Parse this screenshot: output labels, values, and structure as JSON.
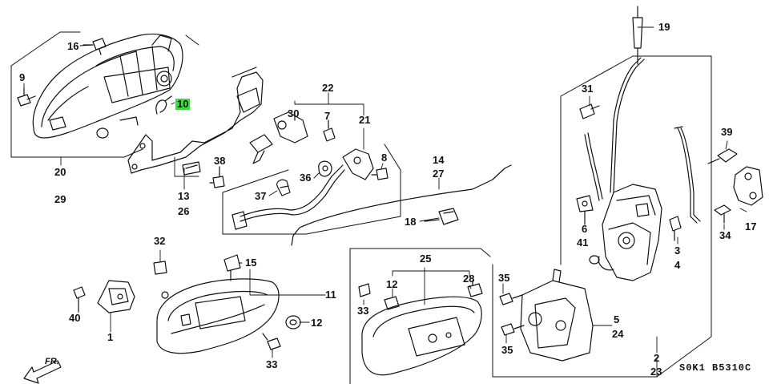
{
  "parts": {
    "p1": "1",
    "p2": "2",
    "p3": "3",
    "p4": "4",
    "p5": "5",
    "p6": "6",
    "p7": "7",
    "p8": "8",
    "p9": "9",
    "p10": "10",
    "p11": "11",
    "p12a": "12",
    "p12b": "12",
    "p13": "13",
    "p14": "14",
    "p15": "15",
    "p16": "16",
    "p17": "17",
    "p18": "18",
    "p19": "19",
    "p20": "20",
    "p21": "21",
    "p22": "22",
    "p23": "23",
    "p24": "24",
    "p25": "25",
    "p26": "26",
    "p27": "27",
    "p28": "28",
    "p29": "29",
    "p30": "30",
    "p31": "31",
    "p32": "32",
    "p33a": "33",
    "p33b": "33",
    "p34": "34",
    "p35a": "35",
    "p35b": "35",
    "p36": "36",
    "p37": "37",
    "p38": "38",
    "p39": "39",
    "p40": "40",
    "p41": "41"
  },
  "highlight_color": "#3ddc3d",
  "direction_label": "FR.",
  "diagram_code": "S0K1  B5310C"
}
